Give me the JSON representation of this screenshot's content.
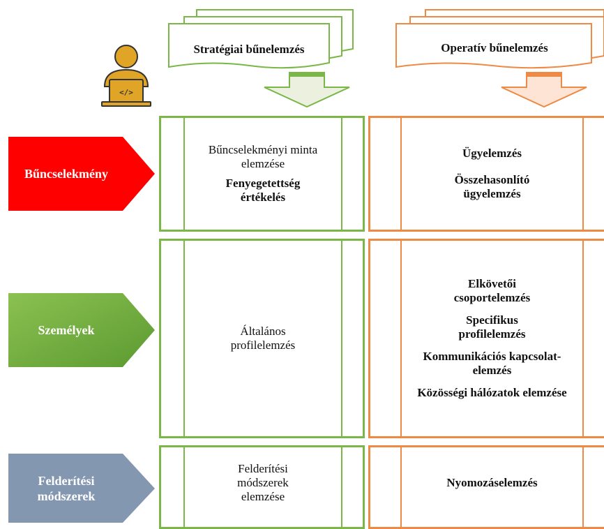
{
  "headers": {
    "strategic": "Stratégiai bűnelemzés",
    "operative": "Operatív bűnelemzés"
  },
  "rows": [
    {
      "label": "Bűncselekmény",
      "color": "#ff0000"
    },
    {
      "label": "Személyek",
      "color": "#6aaa3a"
    },
    {
      "label": "Felderítési módszerek",
      "color": "#8497b0"
    }
  ],
  "strategic_cells": [
    {
      "items": [
        {
          "text": "Bűncselekményi minta elemzése",
          "bold": false
        },
        {
          "text": "Fenyegetettség értékelés",
          "bold": true
        }
      ]
    },
    {
      "items": [
        {
          "text": "Általános profilelemzés",
          "bold": false
        }
      ]
    },
    {
      "items": [
        {
          "text": "Felderítési módszerek elemzése",
          "bold": false
        }
      ]
    }
  ],
  "operative_cells": [
    {
      "items": [
        {
          "text": "Ügyelemzés",
          "bold": true
        },
        {
          "text": "Összehasonlító ügyelemzés",
          "bold": true
        }
      ]
    },
    {
      "items": [
        {
          "text": "Elkövetői csoportelemzés",
          "bold": true
        },
        {
          "text": "Specifikus profilelemzés",
          "bold": true
        },
        {
          "text": "Kommunikációs kapcsolat-elemzés",
          "bold": true
        },
        {
          "text": "Közösségi hálózatok elemzése",
          "bold": true
        }
      ]
    },
    {
      "items": [
        {
          "text": "Nyomozáselemzés",
          "bold": true
        }
      ]
    }
  ],
  "colors": {
    "strategic": "#7ab648",
    "operative": "#ed8a45",
    "strategic_arrow_fill": "#ebf1de",
    "operative_arrow_fill": "#fde4d4",
    "user_icon": "#e0a526"
  },
  "icons": {
    "analyst": "analyst-user-icon"
  }
}
